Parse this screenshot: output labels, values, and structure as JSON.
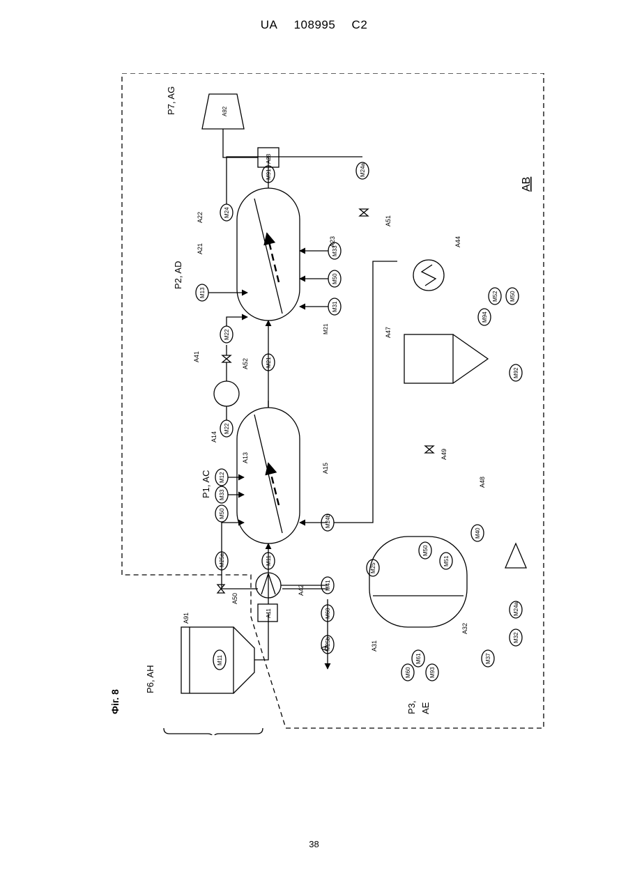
{
  "header": {
    "country": "UA",
    "number": "108995",
    "kind": "C2"
  },
  "page_number": "38",
  "figure": {
    "caption": "Фіг. 8",
    "labels": {
      "A": "A",
      "AB": "AB",
      "P1": "P1, AC",
      "P2": "P2, AD",
      "P3a": "P3,",
      "P3b": "AE",
      "P6": "P6, AH",
      "P7": "P7, AG",
      "A11": "A11",
      "A13": "A13",
      "A14": "A14",
      "A15": "A15",
      "A21": "A21",
      "A22": "A22",
      "A23": "A23",
      "A28": "A28",
      "A31": "A31",
      "A32": "A32",
      "A41": "A41",
      "A42": "A42",
      "A44": "A44",
      "A47": "A47",
      "A48": "A48",
      "A49": "A49",
      "A50": "A50",
      "A51": "A51",
      "A52": "A52",
      "A91": "A91",
      "A92": "A92",
      "M11": "M11",
      "M11b": "M11",
      "M12": "M12",
      "M13": "M13",
      "M21": "M21",
      "M21b": "M21",
      "M22": "M22",
      "M22b": "M22",
      "M24": "M24",
      "M24a": "M24a",
      "M24b": "M24b",
      "M24a2": "M24a",
      "M25": "M25",
      "M25a": "M25a",
      "M25b": "M25b",
      "M31": "M31",
      "M32": "M32",
      "M33": "M33",
      "M33b": "M33",
      "M37": "M37",
      "M40": "M40",
      "M41": "M41",
      "M50": "M50",
      "M50b": "M50",
      "M50c": "M50",
      "M50d": "M50",
      "M51": "M51",
      "M52": "M52",
      "M60": "M60",
      "M60b": "M60",
      "M61": "M61",
      "M91": "M91",
      "M92": "M92",
      "M93": "M93",
      "M94": "M94"
    }
  }
}
